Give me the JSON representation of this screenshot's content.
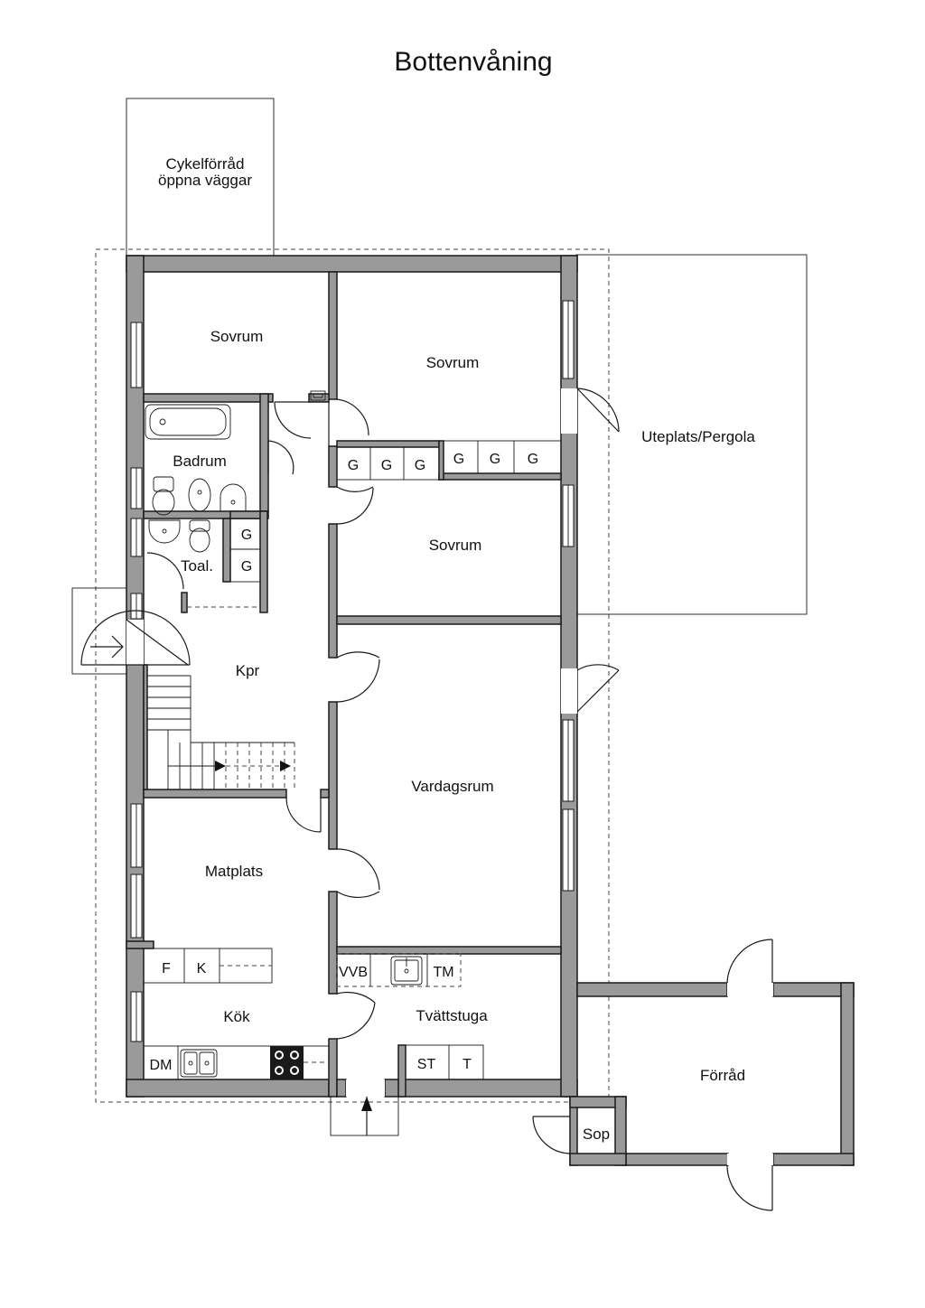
{
  "title": "Bottenvåning",
  "rooms": {
    "cykelforrad_line1": "Cykelförråd",
    "cykelforrad_line2": "öppna väggar",
    "sovrum_1": "Sovrum",
    "sovrum_2": "Sovrum",
    "sovrum_3": "Sovrum",
    "badrum": "Badrum",
    "toalett": "Toal.",
    "kpr": "Kpr",
    "vardagsrum": "Vardagsrum",
    "matplats": "Matplats",
    "kok": "Kök",
    "tvattstuga": "Tvättstuga",
    "uteplats": "Uteplats/Pergola",
    "forrad": "Förråd",
    "sop": "Sop"
  },
  "fixtures": {
    "garderob": "G",
    "frys": "F",
    "kyl": "K",
    "diskmaskin": "DM",
    "varmvattenberedare": "VVB",
    "torktumlare": "TM",
    "torkskap": "ST",
    "tvattmaskin": "T"
  },
  "colors": {
    "wall_fill": "#9a9a9a",
    "line": "#1a1a1a",
    "background": "#ffffff"
  }
}
